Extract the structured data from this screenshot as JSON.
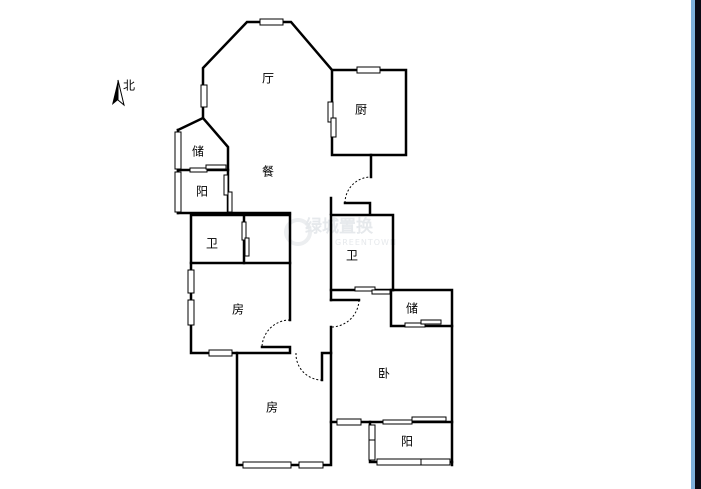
{
  "compass": {
    "label": "北"
  },
  "rooms": {
    "living": "厅",
    "kitchen": "厨",
    "storage_nw": "储",
    "dining": "餐",
    "balcony_w": "阳",
    "bath_w": "卫",
    "bath_e": "卫",
    "bedroom_w": "房",
    "storage_e": "储",
    "master": "卧",
    "bedroom_s": "房",
    "balcony_s": "阳"
  },
  "watermark": {
    "cn": "绿城置换",
    "en": "GREENTOWN"
  },
  "colors": {
    "wall": "#000000",
    "scroll_edge": "#7fb1dc",
    "frame": "#0a0a14"
  }
}
